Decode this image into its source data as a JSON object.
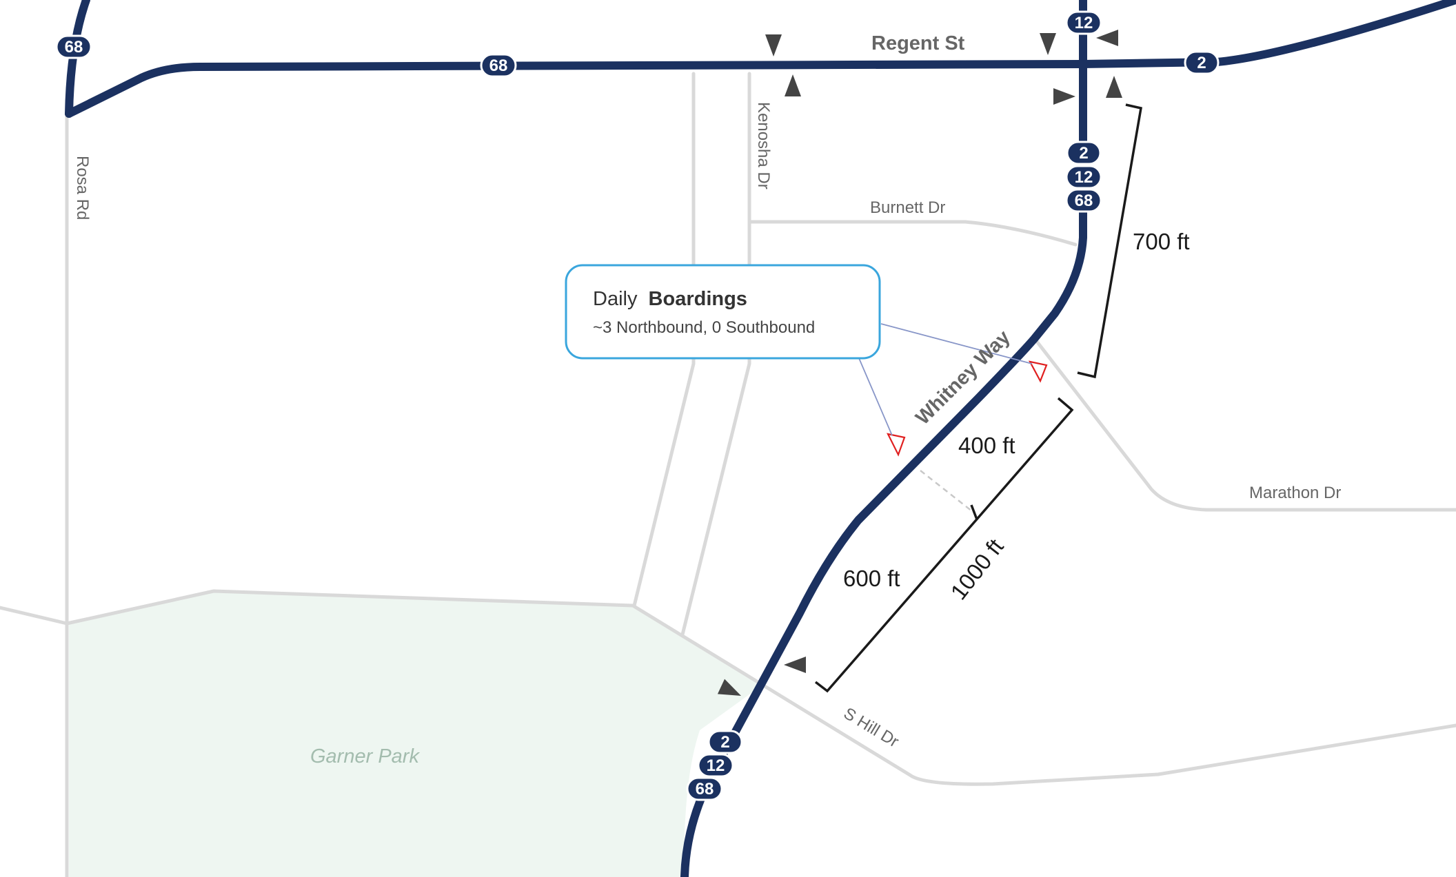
{
  "colors": {
    "route": "#1b3160",
    "street": "#d9d9d9",
    "park_fill": "#eef6f1",
    "park_label": "#a3bcae",
    "callout_border": "#3aa6dd",
    "leader": "#8896c8",
    "stop_marker": "#e02020",
    "arrow": "#444444",
    "dimension": "#1a1a1a"
  },
  "streets": {
    "regent": "Regent St",
    "rosa": "Rosa Rd",
    "kenosha": "Kenosha Dr",
    "burnett": "Burnett Dr",
    "whitney": "Whitney Way",
    "marathon": "Marathon Dr",
    "s_hill": "S Hill Dr"
  },
  "park": {
    "name": "Garner Park"
  },
  "callout": {
    "title_regular": "Daily",
    "title_bold": "Boardings",
    "detail": "~3 Northbound, 0 Southbound"
  },
  "dimensions": {
    "d700": "700 ft",
    "d400": "400 ft",
    "d600": "600 ft",
    "d1000": "1000 ft"
  },
  "routes": {
    "r2": "2",
    "r12": "12",
    "r68": "68"
  }
}
